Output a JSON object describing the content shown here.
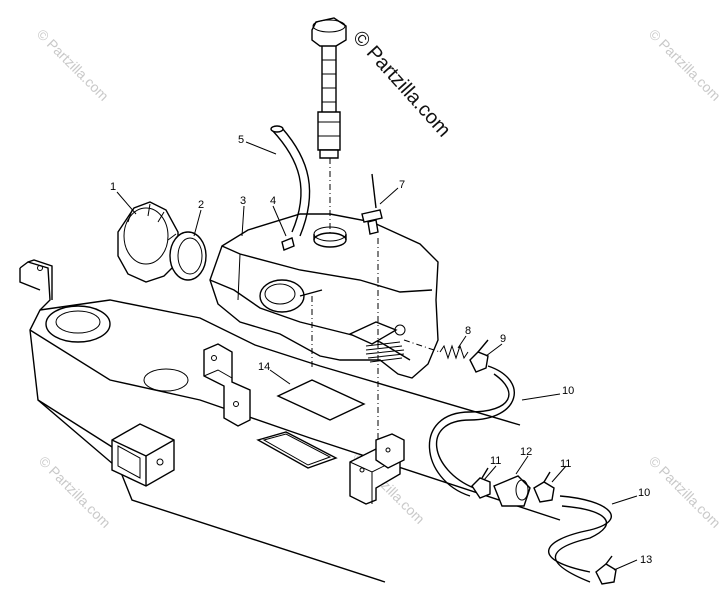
{
  "watermarks": {
    "top_left": "© Partzilla.com",
    "top_right": "© Partzilla.com",
    "bottom_left": "© Partzilla.com",
    "bottom_right": "© Partzilla.com",
    "center_top": "© Partzilla.com",
    "center_bottom": "© Partzilla.com"
  },
  "callouts": {
    "c1": "1",
    "c2": "2",
    "c3": "3",
    "c4": "4",
    "c5": "5",
    "c7": "7",
    "c8": "8",
    "c9": "9",
    "c10a": "10",
    "c10b": "10",
    "c11a": "11",
    "c11b": "11",
    "c12": "12",
    "c13": "13",
    "c14": "14"
  }
}
